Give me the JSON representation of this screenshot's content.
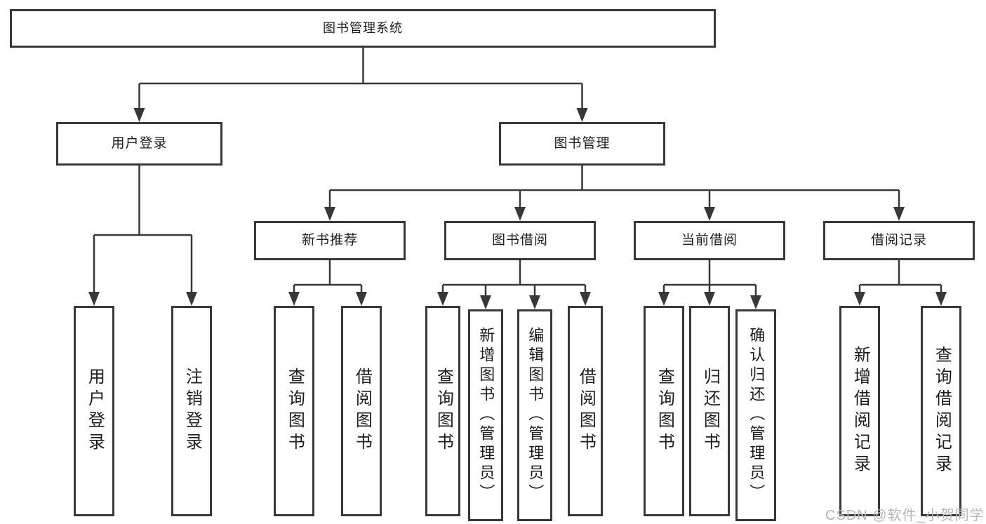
{
  "diagram": {
    "type": "hierarchy",
    "colors": {
      "line": "#383838",
      "box_border": "#383838",
      "text": "#1d1d1d",
      "background": "#ffffff",
      "watermark": "#b8b8b8"
    },
    "tree": {
      "label": "图书管理系统",
      "children": [
        {
          "label": "用户登录",
          "children": [
            {
              "label": "用户登录"
            },
            {
              "label": "注销登录"
            }
          ]
        },
        {
          "label": "图书管理",
          "children": [
            {
              "label": "新书推荐",
              "children": [
                {
                  "label": "查询图书"
                },
                {
                  "label": "借阅图书"
                }
              ]
            },
            {
              "label": "图书借阅",
              "children": [
                {
                  "label": "查询图书"
                },
                {
                  "label": "新增图书（管理员）"
                },
                {
                  "label": "编辑图书（管理员）"
                },
                {
                  "label": "借阅图书"
                }
              ]
            },
            {
              "label": "当前借阅",
              "children": [
                {
                  "label": "查询图书"
                },
                {
                  "label": "归还图书"
                },
                {
                  "label": "确认归还（管理员）"
                }
              ]
            },
            {
              "label": "借阅记录",
              "children": [
                {
                  "label": "新增借阅记录"
                },
                {
                  "label": "查询借阅记录"
                }
              ]
            }
          ]
        }
      ]
    },
    "watermark": {
      "text": "CSDN @软件_小贺同学"
    }
  }
}
